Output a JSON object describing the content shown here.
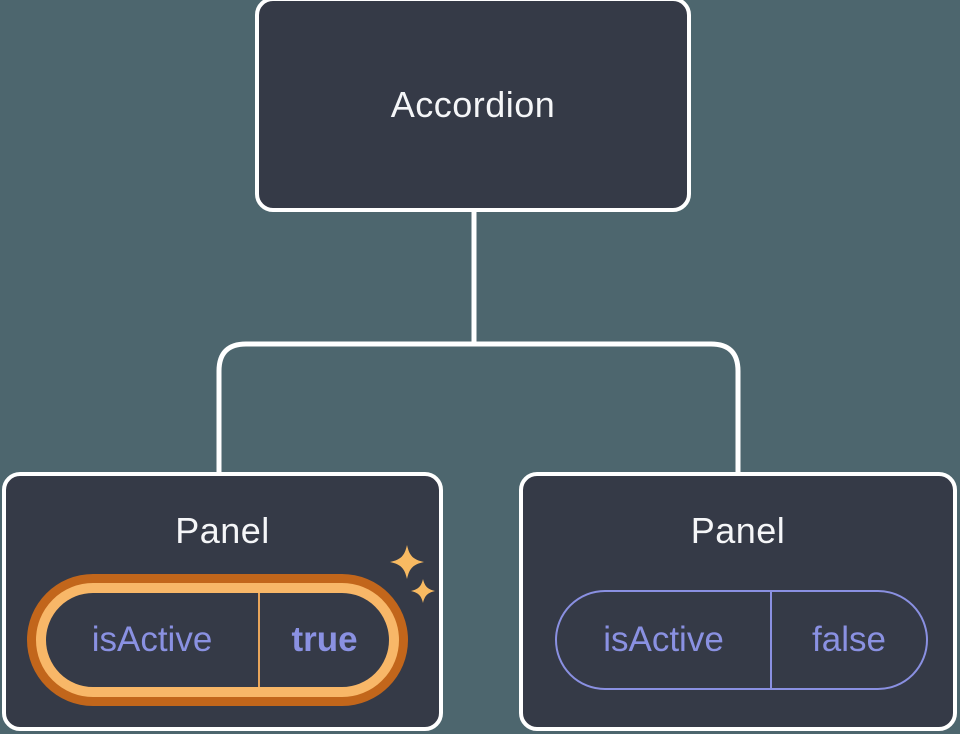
{
  "colors": {
    "background": "#4d666e",
    "node_fill": "#353a47",
    "node_border": "#ffffff",
    "connector": "#ffffff",
    "title_text": "#f5f6f8",
    "prop_purple": "#8a91e2",
    "pill_border_purple": "#8a90e2",
    "highlight_ring_outer": "#c2661b",
    "highlight_ring_inner": "#f8b768",
    "highlight_divider": "#e8a55b",
    "sparkle": "#f8ba62"
  },
  "tree": {
    "root": {
      "label": "Accordion"
    },
    "panels": [
      {
        "title": "Panel",
        "prop_name": "isActive",
        "prop_value": "true",
        "state": "active-highlighted"
      },
      {
        "title": "Panel",
        "prop_name": "isActive",
        "prop_value": "false",
        "state": "inactive"
      }
    ]
  },
  "icons": {
    "sparkle_large": "sparkle-icon",
    "sparkle_small": "sparkle-icon"
  }
}
